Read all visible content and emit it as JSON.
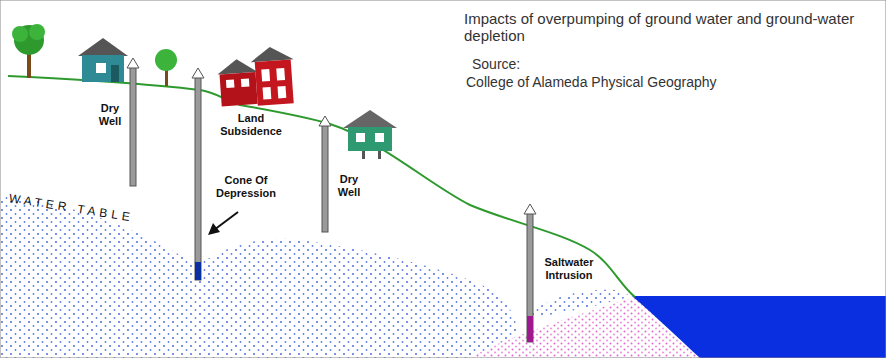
{
  "diagram": {
    "title": "Impacts of overpumping of ground water and ground-water depletion",
    "labels": [
      "Source:",
      "College of Alameda Physical Geography",
      "Dry Well",
      "Land Subsidence",
      "Cone Of Depression",
      "WATER TABLE",
      "Dry Well",
      "Saltwater Intrusion"
    ]
  }
}
